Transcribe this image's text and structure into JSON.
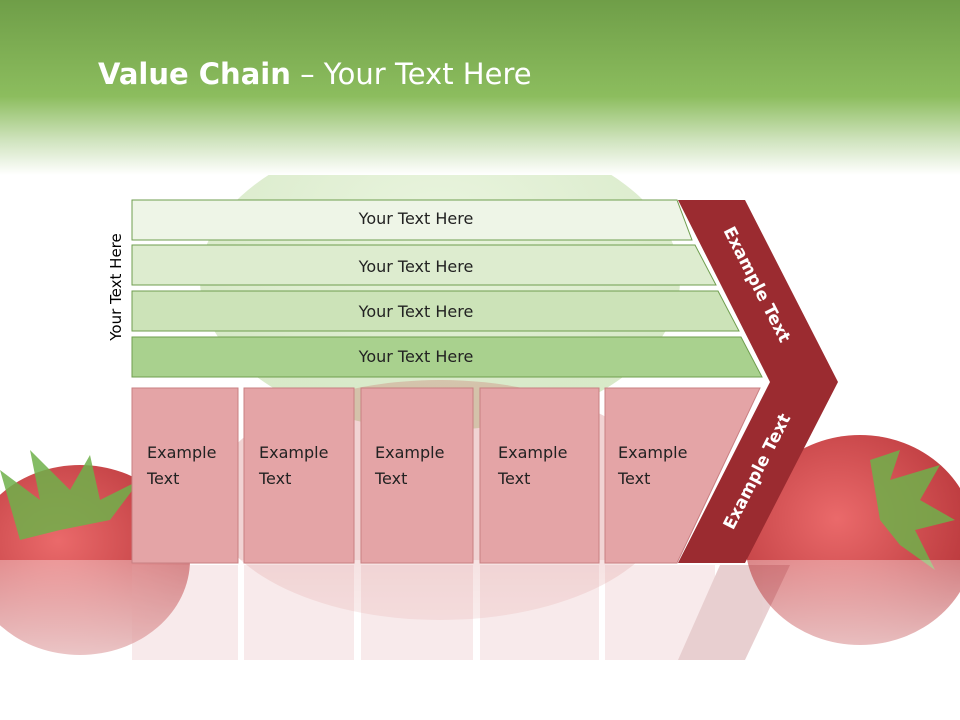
{
  "title": {
    "bold": "Value Chain",
    "rest": " – Your Text Here"
  },
  "side_label": "Your Text Here",
  "rows": [
    {
      "label": "Your Text Here",
      "fill": "#eef5e7"
    },
    {
      "label": "Your Text Here",
      "fill": "#ddeccf"
    },
    {
      "label": "Your Text Here",
      "fill": "#cce3b8"
    },
    {
      "label": "Your Text Here",
      "fill": "#a9d18e"
    }
  ],
  "boxes": [
    {
      "line1": "Example",
      "line2": "Text"
    },
    {
      "line1": "Example",
      "line2": "Text"
    },
    {
      "line1": "Example",
      "line2": "Text"
    },
    {
      "line1": "Example",
      "line2": "Text"
    },
    {
      "line1": "Example",
      "line2": "Text"
    }
  ],
  "arrow_top_label": "Example Text",
  "arrow_bottom_label": "Example Text",
  "colors": {
    "header_green": "#86b95a",
    "box_fill": "#e4a4a6",
    "box_stroke": "#c97f82",
    "arrow_red": "#9b2b30",
    "row_stroke": "#6f9e4f"
  }
}
